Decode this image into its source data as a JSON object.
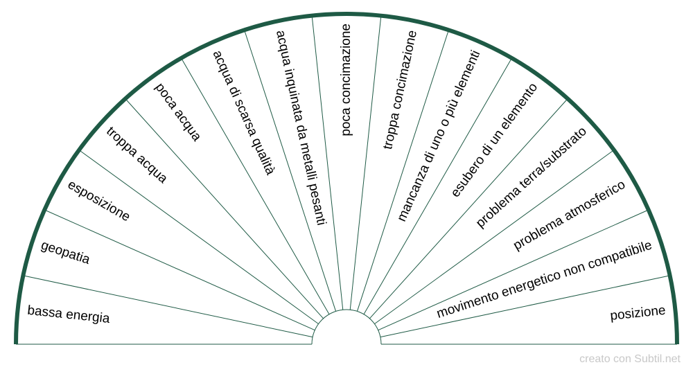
{
  "chart_data": {
    "type": "pie",
    "categories": [
      "bassa energia",
      "geopatia",
      "esposizione",
      "troppa acqua",
      "poca acqua",
      "acqua di scarsa qualità",
      "acqua inquinata da metalli pesanti",
      "poca concimazione",
      "troppa concimazione",
      "mancanza di uno o più elementi",
      "esubero di un elemento",
      "problema terra/substrato",
      "problema atmosferico",
      "movimento energetico non compatibile",
      "posizione"
    ],
    "title": "",
    "xlabel": "",
    "ylabel": ""
  },
  "colors": {
    "arc": "#1e5a45",
    "lines": "#1e5a45",
    "text": "#000000",
    "footer": "#c8c8c8"
  },
  "footer": {
    "text": "creato con Subtil.net"
  }
}
